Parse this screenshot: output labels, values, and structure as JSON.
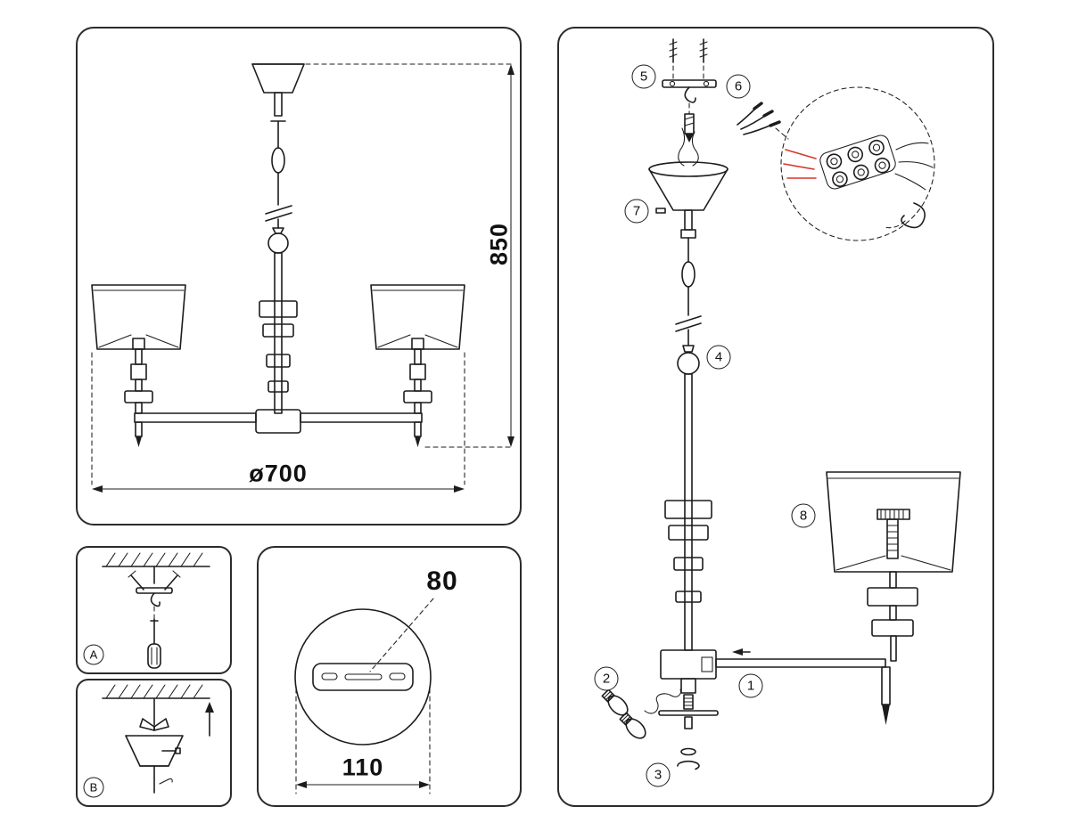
{
  "diagram": {
    "dimensions": {
      "height": "850",
      "diameter": "ø700",
      "bracket_slot": "80",
      "bracket_width": "110"
    },
    "panel_labels": {
      "a": "A",
      "b": "B"
    },
    "steps": [
      "1",
      "2",
      "3",
      "4",
      "5",
      "6",
      "7",
      "8"
    ],
    "colors": {
      "line": "#1c1c1c",
      "accent_red": "#d9352b",
      "background": "#ffffff"
    }
  }
}
